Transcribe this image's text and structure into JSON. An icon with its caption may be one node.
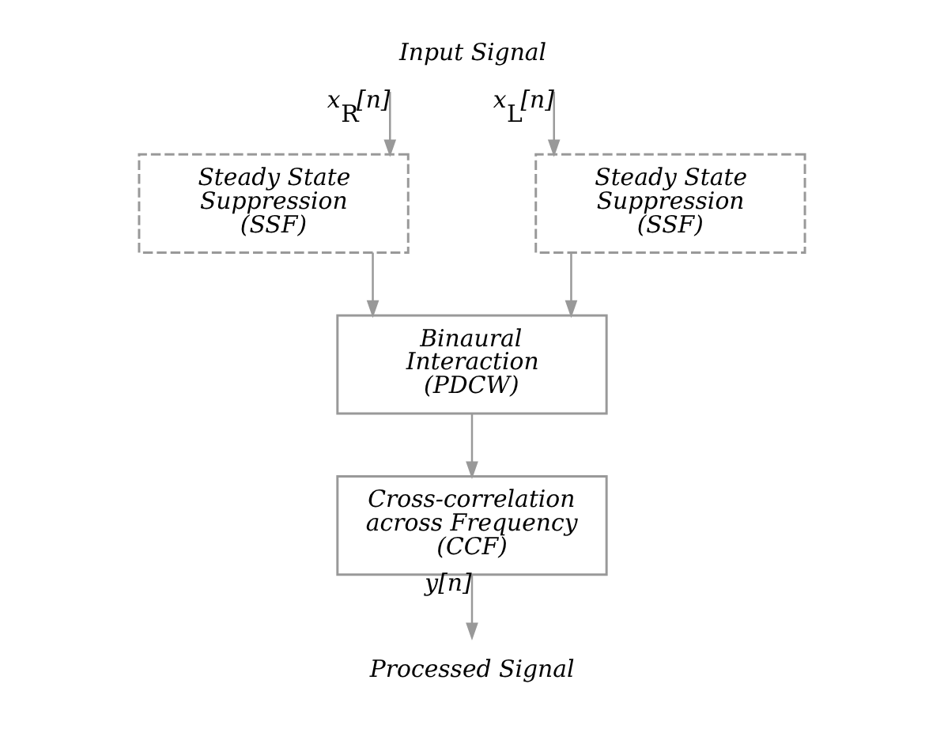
{
  "diagram": {
    "nodes": [
      {
        "text": [
          "Input Signal"
        ]
      },
      {
        "text": [
          "Steady State Suppression (SSF)"
        ]
      },
      {
        "text": [
          "Steady State Suppression (SSF)"
        ]
      },
      {
        "text": [
          "Binaural Interaction (PDCW)"
        ]
      },
      {
        "text": [
          "Cross-correlation across Frequency (CCF)"
        ]
      },
      {
        "text": [
          "Processed Signal"
        ]
      }
    ],
    "edges": [
      {
        "from": 0,
        "to": 1,
        "arrow": "to",
        "label": "x$_{R}$[n]"
      },
      {
        "from": 0,
        "to": 2,
        "arrow": "to",
        "label": "x$_{L}$[n]"
      },
      {
        "from": 1,
        "to": 3,
        "arrow": "to"
      },
      {
        "from": 2,
        "to": 3,
        "arrow": "to"
      },
      {
        "from": 3,
        "to": 4,
        "arrow": "to"
      },
      {
        "from": 4,
        "to": 5,
        "arrow": "to",
        "label": "y[n]"
      }
    ]
  }
}
